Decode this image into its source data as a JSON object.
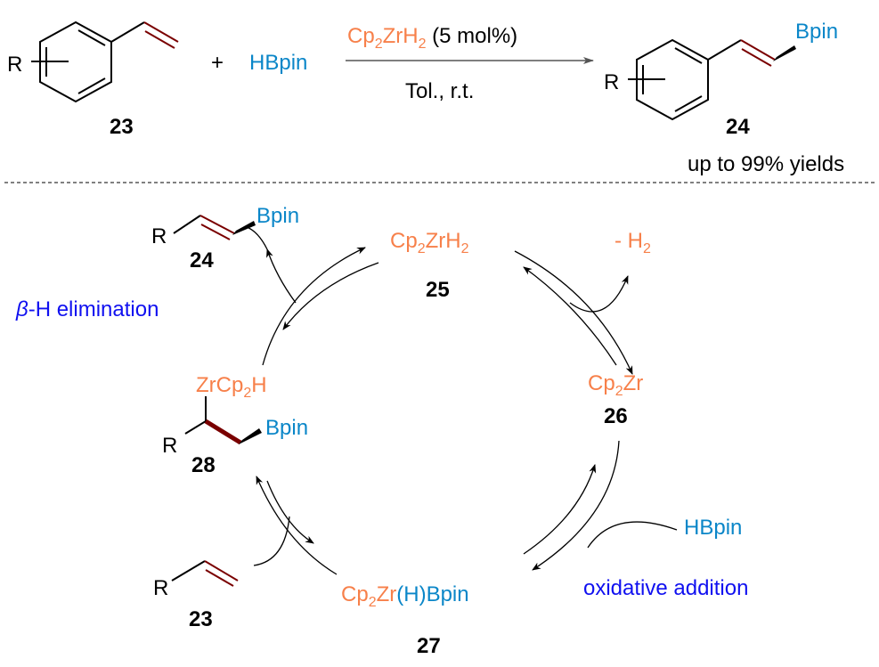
{
  "top": {
    "reactant_label": "23",
    "r_group": "R",
    "plus": "+",
    "reagent": "HBpin",
    "catalyst": {
      "parts": [
        "Cp",
        "2",
        "ZrH",
        "2"
      ],
      "loading": " (5 mol%)"
    },
    "conditions": "Tol., r.t.",
    "product_r": "R",
    "product_bpin": "Bpin",
    "product_label": "24",
    "yield_note": "up to 99% yields"
  },
  "cycle": {
    "c25": {
      "parts": [
        "Cp",
        "2",
        "ZrH",
        "2"
      ],
      "label": "25"
    },
    "h2_loss": {
      "parts": [
        "- H",
        "2"
      ]
    },
    "c26": {
      "parts": [
        "Cp",
        "2",
        "Zr"
      ],
      "label": "26"
    },
    "hbpin": "HBpin",
    "oxidative_addition": "oxidative addition",
    "c27": {
      "parts": [
        "Cp",
        "2",
        "Zr",
        "(H)Bpin"
      ],
      "label": "27"
    },
    "c23": {
      "r": "R",
      "label": "23"
    },
    "c28": {
      "parts": [
        "ZrCp",
        "2",
        "H"
      ],
      "r": "R",
      "bpin": "Bpin",
      "label": "28"
    },
    "beta_h": {
      "beta": "β",
      "rest": "-H elimination"
    },
    "c24": {
      "r": "R",
      "bpin": "Bpin",
      "label": "24"
    }
  },
  "colors": {
    "orange": "#F7804A",
    "blue": "#0A86C8",
    "darkred": "#7A0000",
    "violet": "#1010F0"
  }
}
